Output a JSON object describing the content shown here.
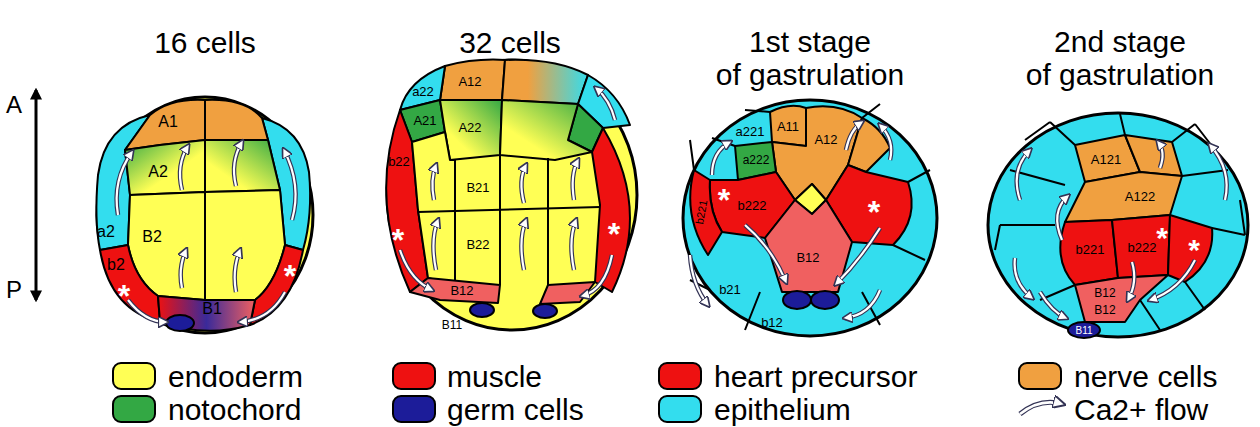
{
  "diagram": {
    "labels": [
      "16 cells",
      "32 cells",
      "1st stage of gastrulation",
      "2nd stage of gastrulation",
      "A",
      "P",
      "A1",
      "A2",
      "a2",
      "B2",
      "b2",
      "B1",
      "*",
      "*",
      "a22",
      "A12",
      "A21",
      "b22",
      "A22",
      "B21",
      "B22",
      "B12",
      "B11",
      "*",
      "*",
      "a221",
      "A11",
      "a222",
      "A12",
      "b221",
      "b222",
      "B12",
      "b21",
      "b12",
      "*",
      "*",
      "A121",
      "A122",
      "b221",
      "b222",
      "B12",
      "B12",
      "B11",
      "*",
      "*"
    ],
    "legend": [
      {
        "text": "endoderm",
        "color": "#ffff55"
      },
      {
        "text": "muscle",
        "color": "#ee1111"
      },
      {
        "text": "heart precursor",
        "color": "#ee1111"
      },
      {
        "text": "nerve cells",
        "color": "#f0a040"
      },
      {
        "text": "notochord",
        "color": "#33a844"
      },
      {
        "text": "germ cells",
        "color": "#1c1c99"
      },
      {
        "text": "epithelium",
        "color": "#33ddee"
      },
      {
        "text": "Ca2+ flow"
      }
    ]
  }
}
